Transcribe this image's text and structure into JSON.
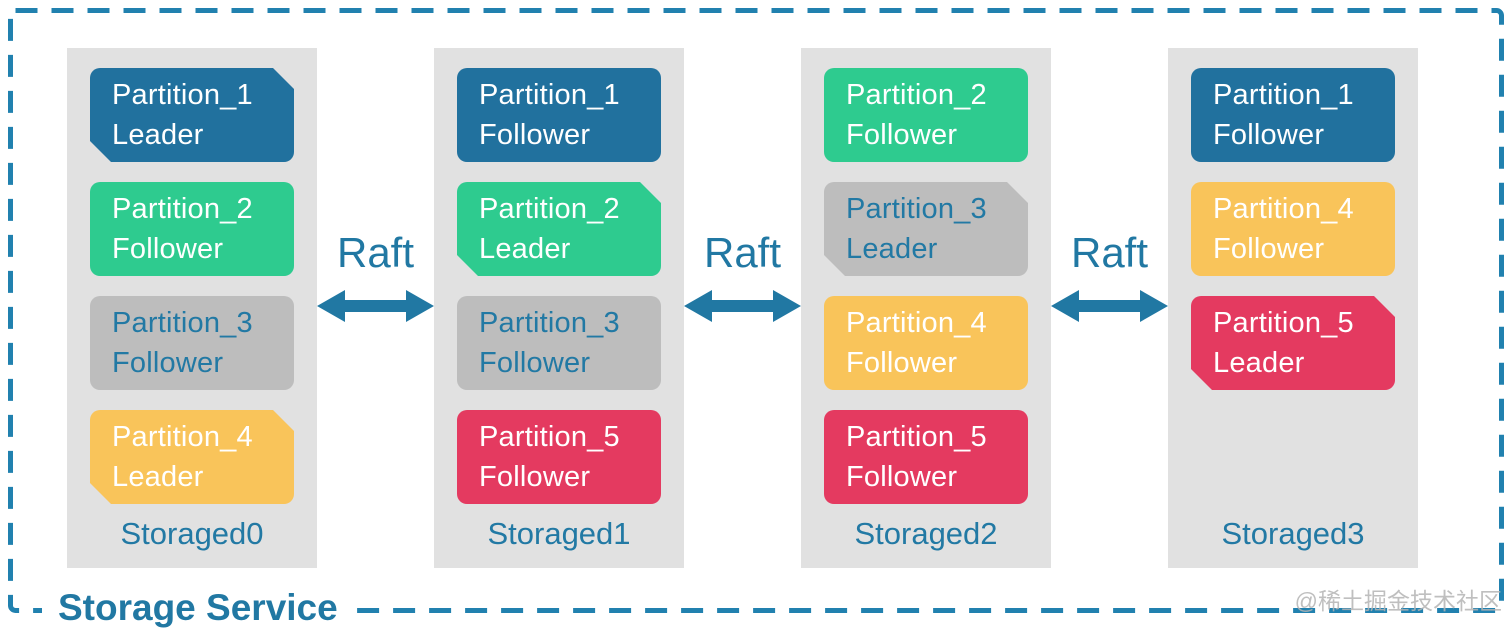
{
  "diagram": {
    "service_label": "Storage Service",
    "raft_label": "Raft",
    "watermark": "@稀土掘金技术社区"
  },
  "colors": {
    "partition_blue": "#21719E",
    "partition_green": "#2ECB8F",
    "partition_gray": "#BDBDBD",
    "partition_yellow": "#F9C45A",
    "partition_red": "#E43A60",
    "teal_text": "#2279A4",
    "dashed_border": "#2181AF",
    "node_background": "#E1E1E1",
    "page_background": "#FFFFFF"
  },
  "nodes": [
    {
      "name": "Storaged0",
      "partitions": [
        {
          "title": "Partition_1",
          "role": "Leader",
          "color": "blue"
        },
        {
          "title": "Partition_2",
          "role": "Follower",
          "color": "green"
        },
        {
          "title": "Partition_3",
          "role": "Follower",
          "color": "gray"
        },
        {
          "title": "Partition_4",
          "role": "Leader",
          "color": "yellow"
        }
      ]
    },
    {
      "name": "Storaged1",
      "partitions": [
        {
          "title": "Partition_1",
          "role": "Follower",
          "color": "blue"
        },
        {
          "title": "Partition_2",
          "role": "Leader",
          "color": "green"
        },
        {
          "title": "Partition_3",
          "role": "Follower",
          "color": "gray"
        },
        {
          "title": "Partition_5",
          "role": "Follower",
          "color": "red"
        }
      ]
    },
    {
      "name": "Storaged2",
      "partitions": [
        {
          "title": "Partition_2",
          "role": "Follower",
          "color": "green"
        },
        {
          "title": "Partition_3",
          "role": "Leader",
          "color": "gray"
        },
        {
          "title": "Partition_4",
          "role": "Follower",
          "color": "yellow"
        },
        {
          "title": "Partition_5",
          "role": "Follower",
          "color": "red"
        }
      ]
    },
    {
      "name": "Storaged3",
      "partitions": [
        {
          "title": "Partition_1",
          "role": "Follower",
          "color": "blue"
        },
        {
          "title": "Partition_4",
          "role": "Follower",
          "color": "yellow"
        },
        {
          "title": "Partition_5",
          "role": "Leader",
          "color": "red"
        }
      ]
    }
  ]
}
